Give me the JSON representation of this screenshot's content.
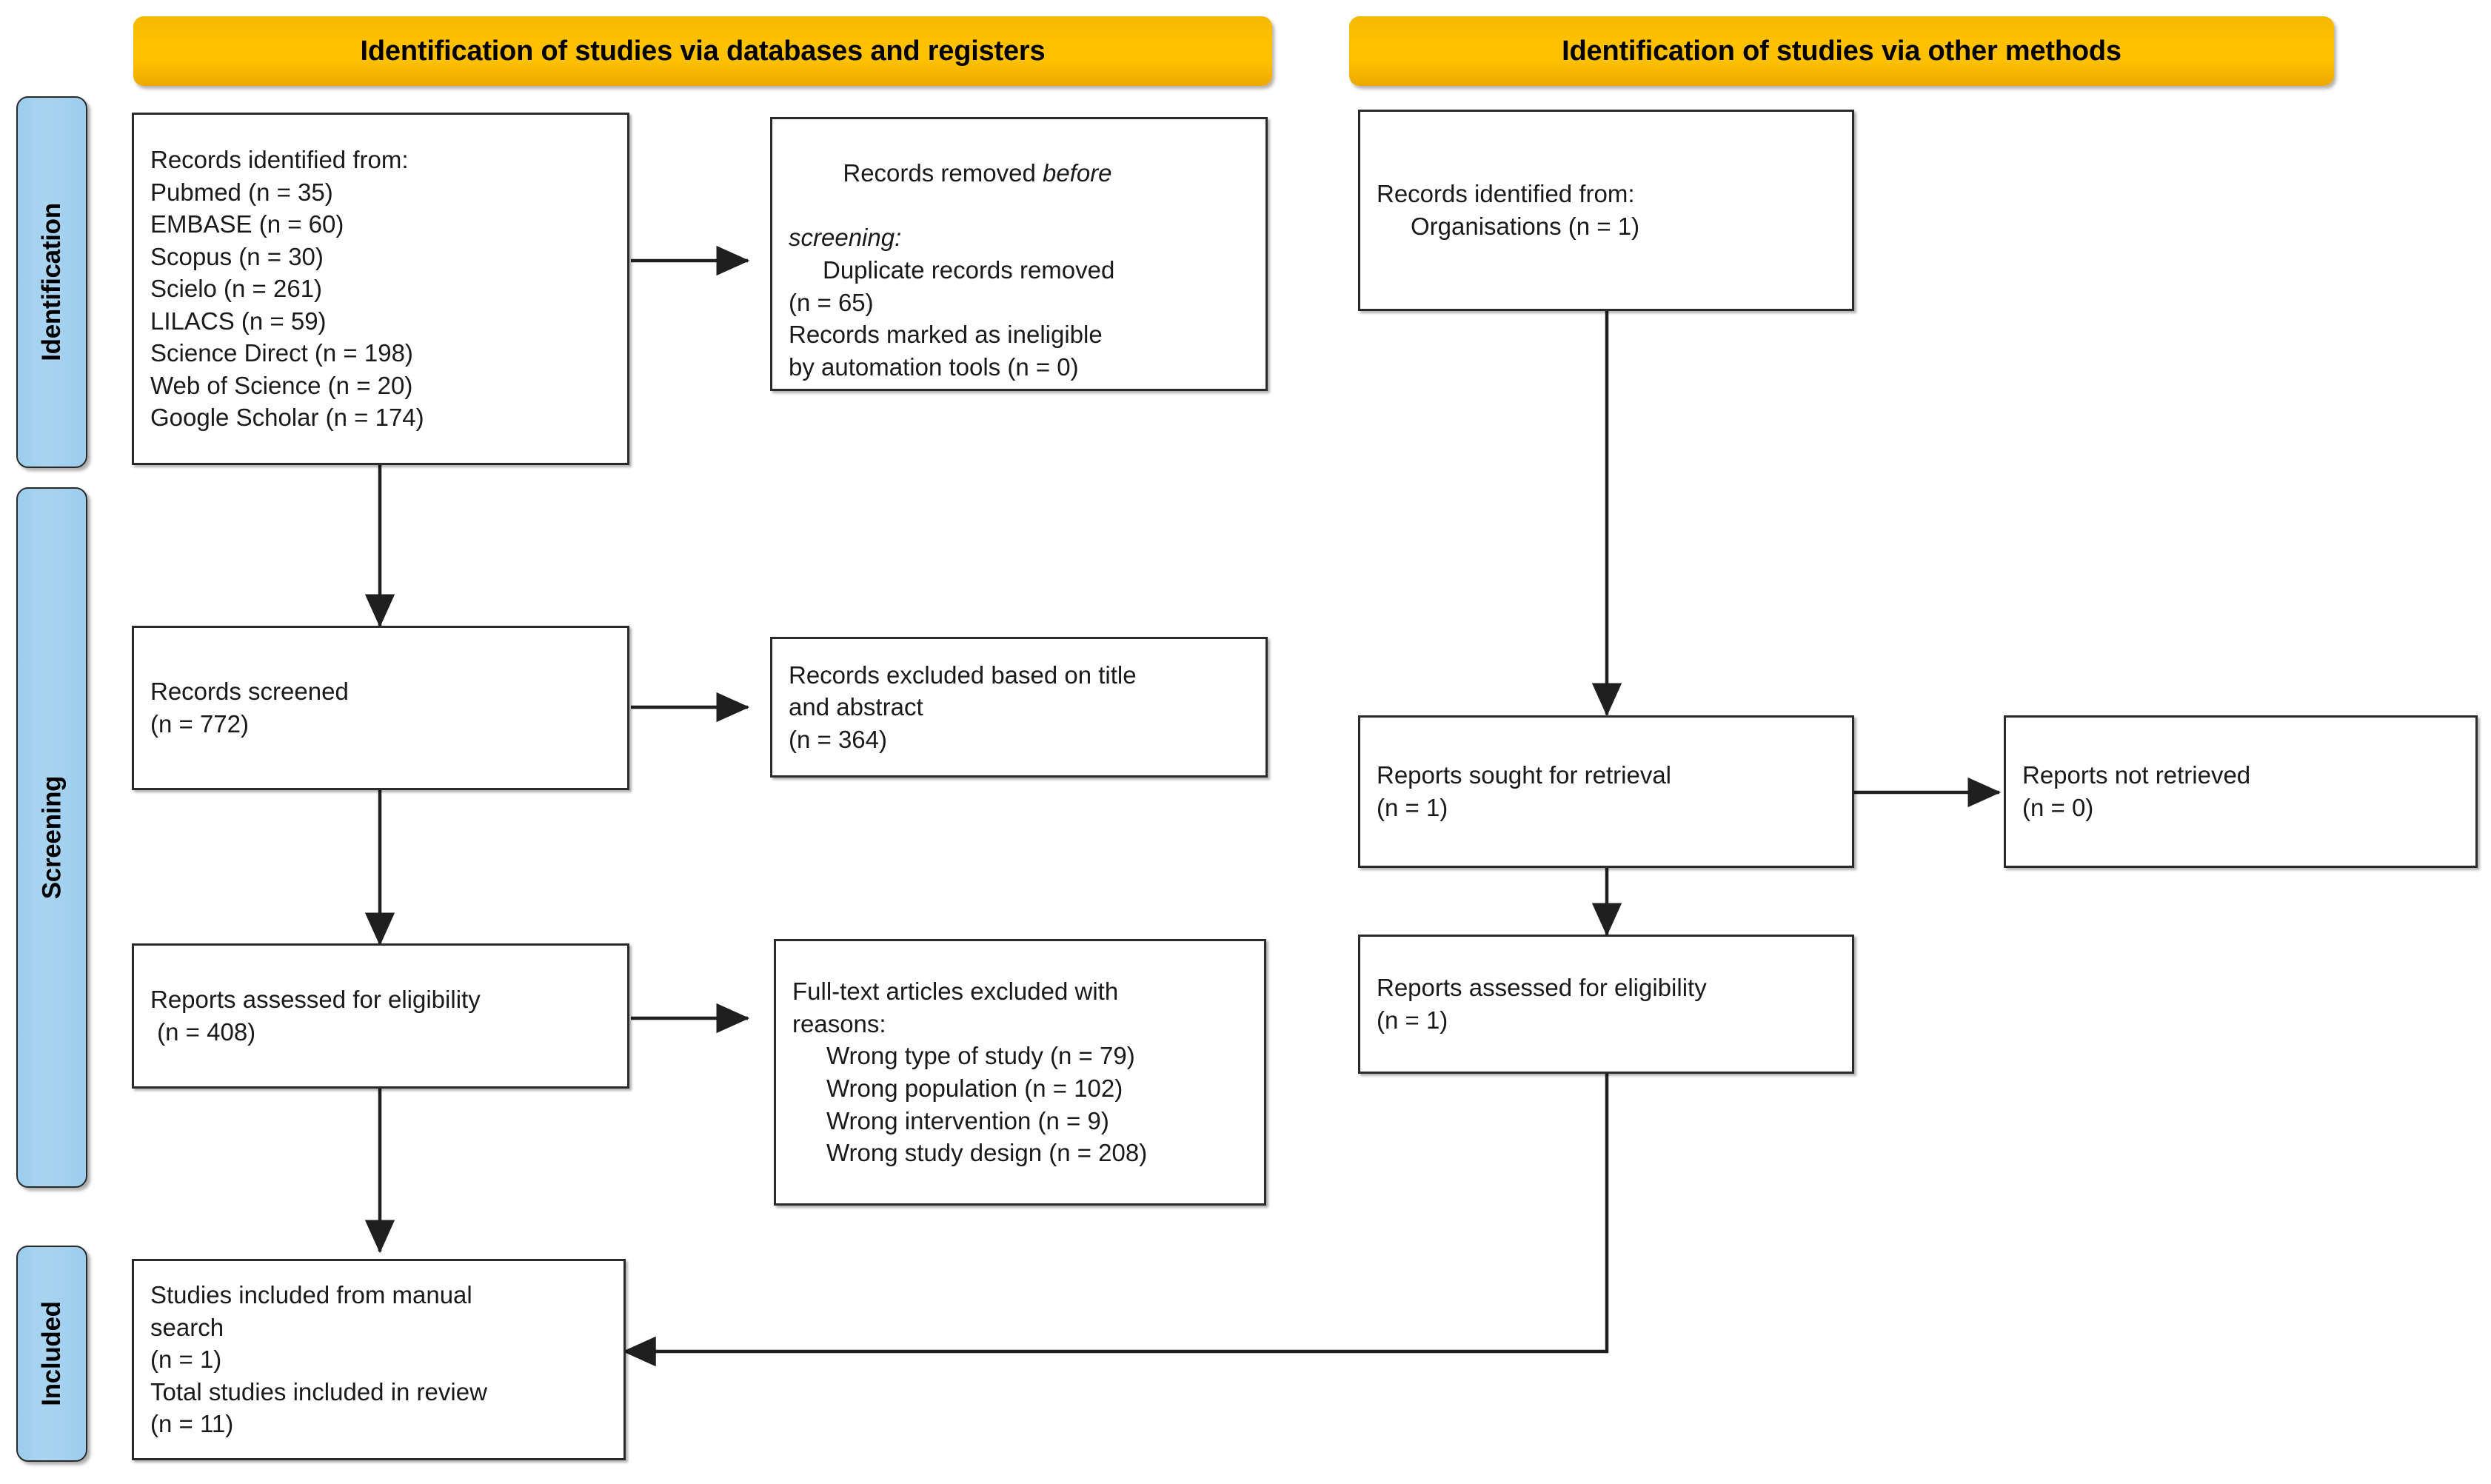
{
  "diagram": {
    "title": "PRISMA 2020 flow diagram",
    "accent_orange": "#ffc000",
    "accent_blue": "#9ccdee",
    "line_color": "#2b2b2b"
  },
  "headers": {
    "left": "Identification of studies via databases and registers",
    "right": "Identification of studies via other methods"
  },
  "stage_labels": {
    "identification": "Identification",
    "screening": "Screening",
    "included": "Included"
  },
  "boxes": {
    "records_identified_db": {
      "title": "Records identified from:",
      "sources": [
        "Pubmed (n = 35)",
        "EMBASE (n = 60)",
        "Scopus (n = 30)",
        "Scielo (n = 261)",
        "LILACS (n = 59)",
        "Science Direct (n = 198)",
        "Web of Science (n = 20)",
        "Google Scholar (n = 174)"
      ]
    },
    "records_removed": {
      "line1a": "Records removed ",
      "line1b": "before",
      "line2": "screening:",
      "item1": "Duplicate records removed",
      "item1n": "(n = 65)",
      "item2": "Records marked as ineligible",
      "item2n": "by automation tools (n = 0)"
    },
    "records_screened": {
      "label": "Records screened",
      "count": "(n = 772)"
    },
    "records_excluded": {
      "line1": "Records excluded based on title",
      "line2": "and abstract",
      "count": "(n = 364)"
    },
    "reports_assessed_left": {
      "label": "Reports assessed for eligibility",
      "count": " (n = 408)"
    },
    "fulltext_excluded": {
      "line1": "Full-text articles excluded with",
      "line2": "reasons:",
      "reasons": [
        "Wrong type of study (n = 79)",
        "Wrong population (n = 102)",
        "Wrong intervention (n = 9)",
        "Wrong study design (n = 208)"
      ]
    },
    "records_identified_other": {
      "title": "Records identified from:",
      "source": "Organisations (n = 1)"
    },
    "reports_sought": {
      "label": "Reports sought for retrieval",
      "count": "(n = 1)"
    },
    "reports_not_retrieved": {
      "label": "Reports not retrieved",
      "count": "(n = 0)"
    },
    "reports_assessed_right": {
      "label": "Reports assessed for eligibility",
      "count": "(n = 1)"
    },
    "studies_included": {
      "line1": "Studies included from manual",
      "line2": "search",
      "count1": "(n = 1)",
      "line3": "Total studies included in review",
      "count2": "(n = 11)"
    }
  }
}
